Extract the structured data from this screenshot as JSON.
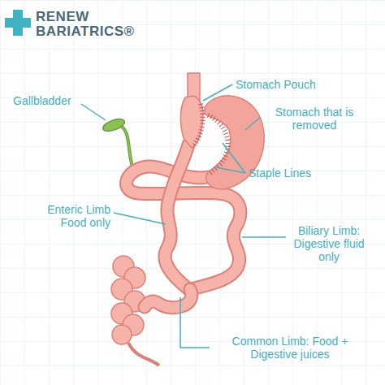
{
  "diagram": {
    "labels": [
      "RENEW",
      "BARIATRICS®",
      "Gallbladder",
      "Stomach Pouch",
      "Stomach that is removed",
      "Staple Lines",
      "Enteric Limb Food only",
      "Biliary Limb: Digestive fluid only",
      "Common Limb: Food + Digestive juices"
    ]
  }
}
